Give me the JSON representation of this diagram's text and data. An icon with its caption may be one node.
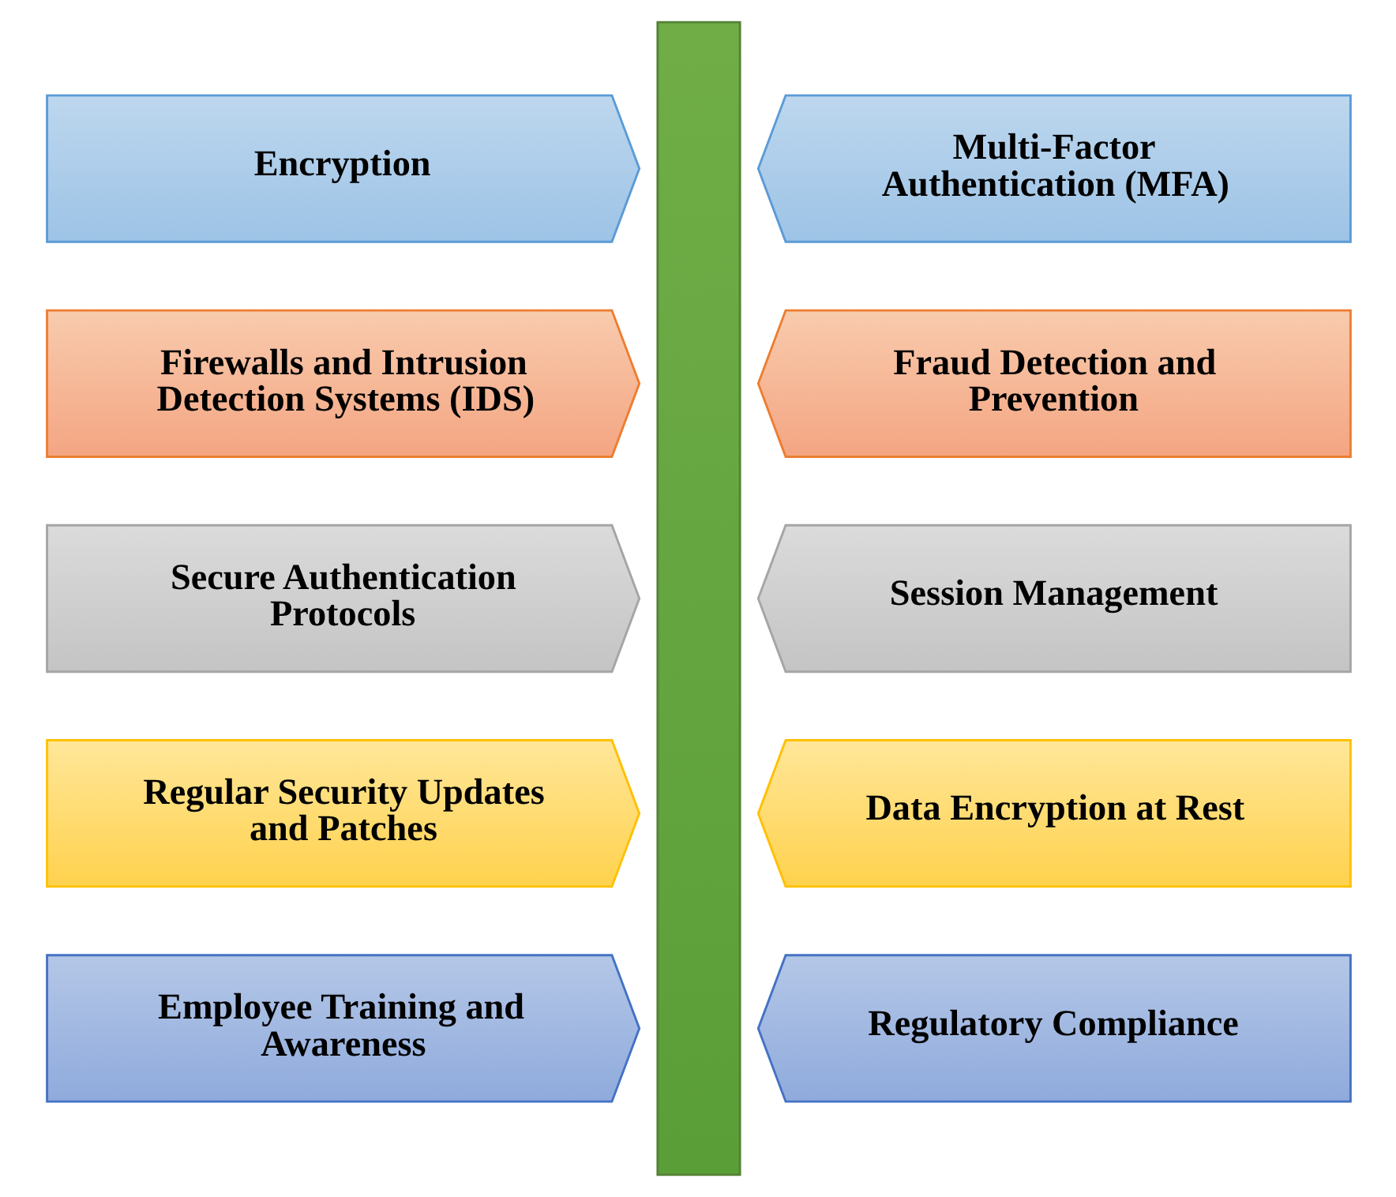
{
  "diagram": {
    "nodes": [
      {
        "text": [
          "Encryption"
        ]
      },
      {
        "text": [
          "Multi-Factor Authentication (MFA)"
        ]
      },
      {
        "text": [
          "Firewalls and Intrusion Detection Systems (IDS)"
        ]
      },
      {
        "text": [
          "Fraud Detection and Prevention"
        ]
      },
      {
        "text": [
          "Secure Authentication Protocols"
        ]
      },
      {
        "text": [
          "Session Management"
        ]
      },
      {
        "text": [
          "Regular Security Updates and Patches"
        ]
      },
      {
        "text": [
          "Data Encryption at Rest"
        ]
      },
      {
        "text": [
          "Employee Training and Awareness"
        ]
      },
      {
        "text": [
          "Regulatory Compliance"
        ]
      },
      {
        "text": [],
        "shape": "arrow"
      }
    ],
    "edges": []
  }
}
